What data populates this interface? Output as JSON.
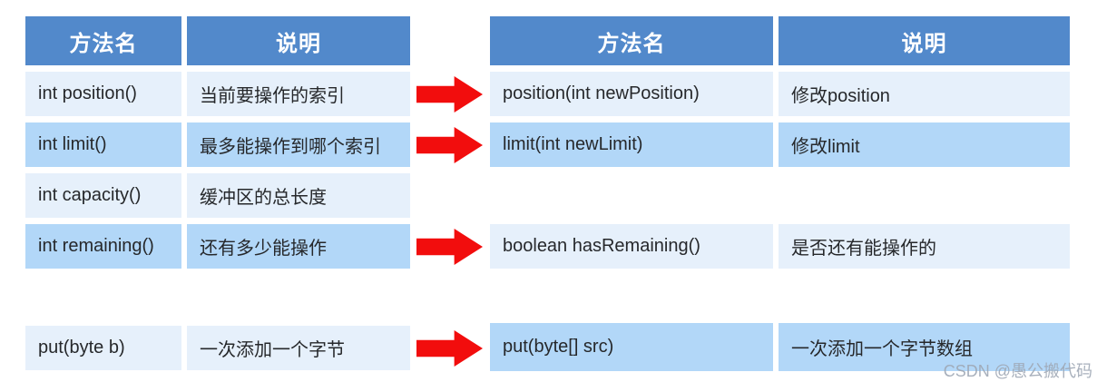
{
  "left_table": {
    "headers": {
      "method": "方法名",
      "desc": "说明"
    },
    "rows": [
      {
        "method": "int position()",
        "desc": "当前要操作的索引"
      },
      {
        "method": "int limit()",
        "desc": "最多能操作到哪个索引"
      },
      {
        "method": "int capacity()",
        "desc": "缓冲区的总长度"
      },
      {
        "method": "int remaining()",
        "desc": "还有多少能操作"
      },
      {
        "method": "put(byte b)",
        "desc": "一次添加一个字节"
      }
    ]
  },
  "right_table": {
    "headers": {
      "method": "方法名",
      "desc": "说明"
    },
    "rows": [
      {
        "method": "position(int newPosition)",
        "desc": "修改position"
      },
      {
        "method": "limit(int newLimit)",
        "desc": "修改limit"
      },
      {
        "method": "boolean hasRemaining()",
        "desc": "是否还有能操作的"
      },
      {
        "method": "put(byte[] src)",
        "desc": "一次添加一个字节数组"
      }
    ]
  },
  "watermark": "CSDN @愚公搬代码",
  "colors": {
    "header_bg": "#5289CB",
    "header_text": "#FFFFFF",
    "row_light": "#E6F0FB",
    "row_medium": "#B2D7F8",
    "arrow_red": "#F20D0D",
    "text_dark": "#26282B",
    "watermark_color": "#9FA8B5"
  }
}
